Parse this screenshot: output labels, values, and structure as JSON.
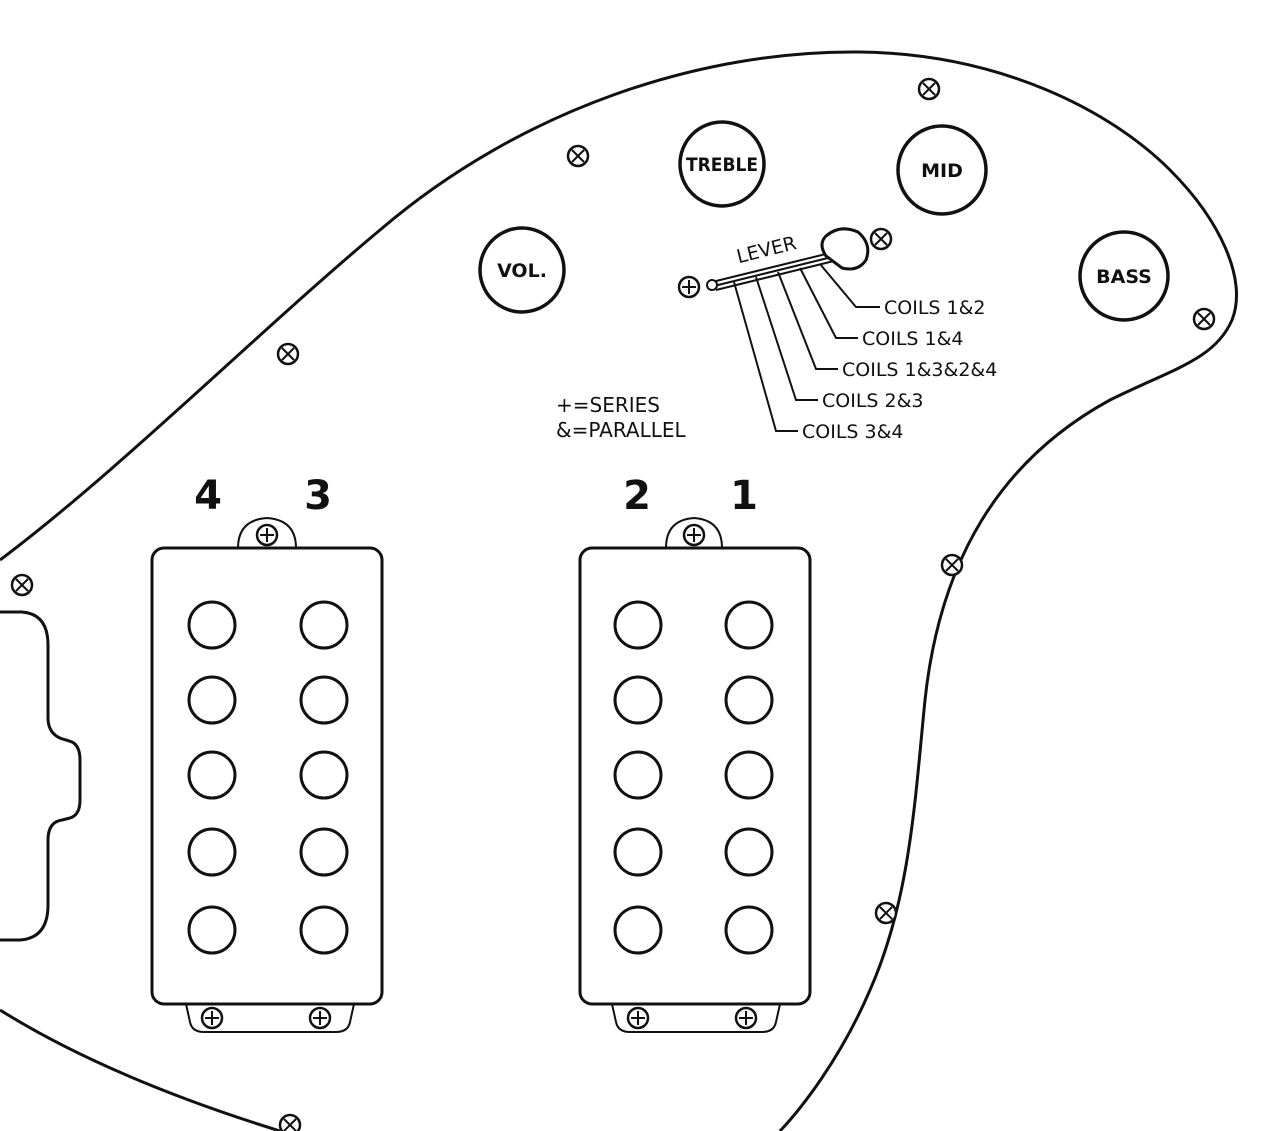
{
  "knobs": {
    "volume": "VOL.",
    "treble": "TREBLE",
    "mid": "MID",
    "bass": "BASS"
  },
  "switch": {
    "label": "LEVER",
    "positions": [
      "COILS 1&2",
      "COILS 1&4",
      "COILS 1&3&2&4",
      "COILS 2&3",
      "COILS 3&4"
    ]
  },
  "legend": {
    "series": "+=SERIES",
    "parallel": "&=PARALLEL"
  },
  "coils": {
    "c4": "4",
    "c3": "3",
    "c2": "2",
    "c1": "1"
  }
}
